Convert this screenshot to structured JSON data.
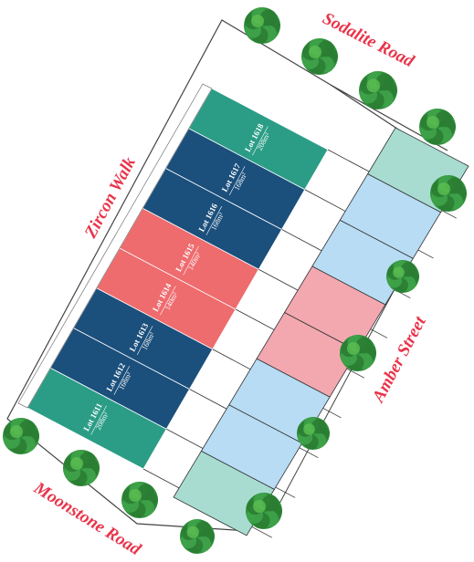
{
  "streets": {
    "top": "Sodalite Road",
    "left": "Zircon Walk",
    "right": "Amber Street",
    "bottom": "Moonstone Road"
  },
  "colors": {
    "corner_lot": "#2b9d86",
    "standard_lot": "#1b4f7c",
    "highlight_lot": "#ee6b6e",
    "light_corner": "#a8dcd1",
    "light_standard": "#b7dcf3",
    "light_highlight": "#f3a8b0",
    "street_text": "#e8344a",
    "tree": "#2f8f3b"
  },
  "lots": [
    {
      "id": "lot-1611",
      "name": "Lot 1611",
      "area": "208m²",
      "kind": "corner"
    },
    {
      "id": "lot-1612",
      "name": "Lot 1612",
      "area": "168m²",
      "kind": "standard"
    },
    {
      "id": "lot-1613",
      "name": "Lot 1613",
      "area": "168m²",
      "kind": "standard"
    },
    {
      "id": "lot-1614",
      "name": "Lot 1614",
      "area": "140m²",
      "kind": "highlight"
    },
    {
      "id": "lot-1615",
      "name": "Lot 1615",
      "area": "140m²",
      "kind": "highlight"
    },
    {
      "id": "lot-1616",
      "name": "Lot 1616",
      "area": "168m²",
      "kind": "standard"
    },
    {
      "id": "lot-1617",
      "name": "Lot 1617",
      "area": "168m²",
      "kind": "standard"
    },
    {
      "id": "lot-1618",
      "name": "Lot 1618",
      "area": "208m²",
      "kind": "corner"
    }
  ],
  "opposite_lots": [
    "corner",
    "standard",
    "standard",
    "highlight",
    "highlight",
    "standard",
    "standard",
    "corner"
  ]
}
